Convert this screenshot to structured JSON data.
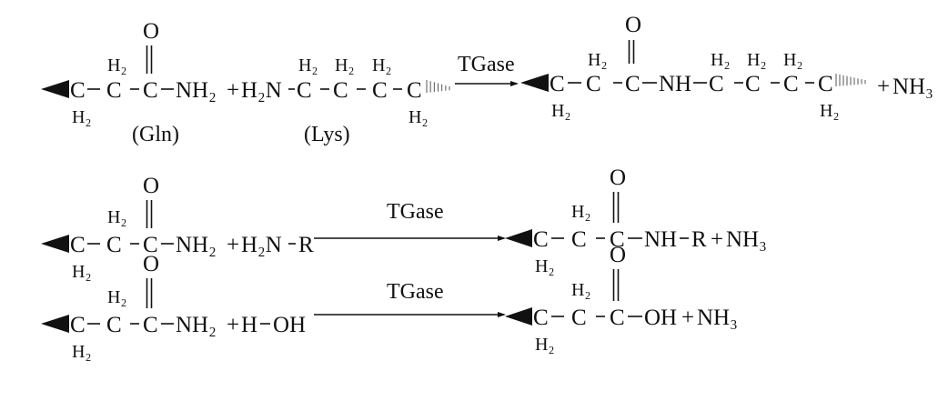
{
  "symbols": {
    "carbon": "C",
    "methylene_h": "H₂",
    "oxygen": "O",
    "amide": "NH₂",
    "amine": "H₂N",
    "imine": "NH",
    "ammonia": "NH₃",
    "hydroxyl": "OH",
    "hydrogen": "H",
    "r_group": "R",
    "plus": "+"
  },
  "labels": {
    "gln": "(Gln)",
    "lys": "(Lys)"
  },
  "reactions": [
    {
      "enzyme": "TGase"
    },
    {
      "enzyme": "TGase"
    },
    {
      "enzyme": "TGase"
    }
  ],
  "colors": {
    "ink": "#111111",
    "background": "#ffffff"
  }
}
